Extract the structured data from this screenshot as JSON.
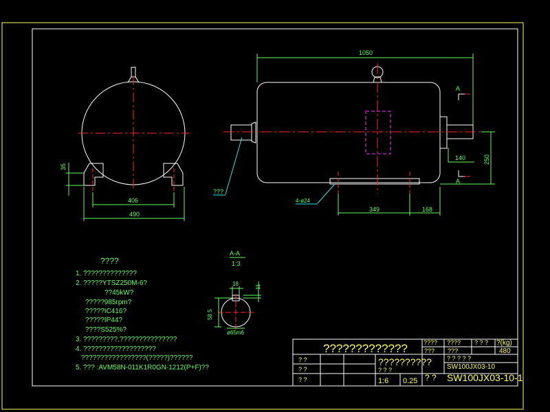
{
  "colors": {
    "background": "#000000",
    "outline": "#ffffff",
    "centerline": "#ff2a2a",
    "dimension": "#66ff66",
    "leader": "#2ee6e6",
    "notes_text": "#66ff66",
    "title_text": "#ffff66",
    "hidden": "#ff33ff",
    "border": "#ffff66"
  },
  "dimensions": {
    "length_total": "1050",
    "shaft_extension": "140",
    "center_height": "250",
    "foot_height": "35",
    "foot_span_inner": "406",
    "foot_span_outer": "490",
    "base_len_1": "349",
    "base_len_2": "168",
    "bolt_holes": "4-ø24",
    "bore": "ø65m6",
    "key_width": "18",
    "key_depth": "11",
    "key_height": "58.5",
    "label_unknown": "???"
  },
  "section": {
    "marker": "A",
    "title": "A-A",
    "scale": "1:3"
  },
  "notes": {
    "title": "????",
    "lines": [
      "1. ??????????????",
      "2. ?????YTSZ250M-6?",
      "??45kW?",
      "?????985rpm?",
      "?????IC416?",
      "?????IP44?",
      "????S525%?",
      "3. ?????????,???????????????",
      "4. ???????????????????",
      "?????????????????(?????)??????",
      "5. ??? :AVM58N-011K1R0GN-1212(P+F)??"
    ]
  },
  "title_block": {
    "main_title": "?????????????",
    "sub_title": "??????????",
    "col_a": "????",
    "col_b": "????",
    "col_c": "? ? ?",
    "weight": "?(kg)",
    "row2_a": "???",
    "row2_b": "???",
    "weight_value": "480",
    "drawing_no_small": "SW100JX03-10",
    "marks_row": "? ? ? ? ?",
    "scale": "1:6",
    "value": "0.25",
    "drawing_no": "SW100JX03-10-1",
    "left_cells": [
      "?  ?",
      "?  ?",
      "?  ?"
    ],
    "bottom_marks": "?  ?  ?",
    "sheet_mark": "? ?"
  }
}
